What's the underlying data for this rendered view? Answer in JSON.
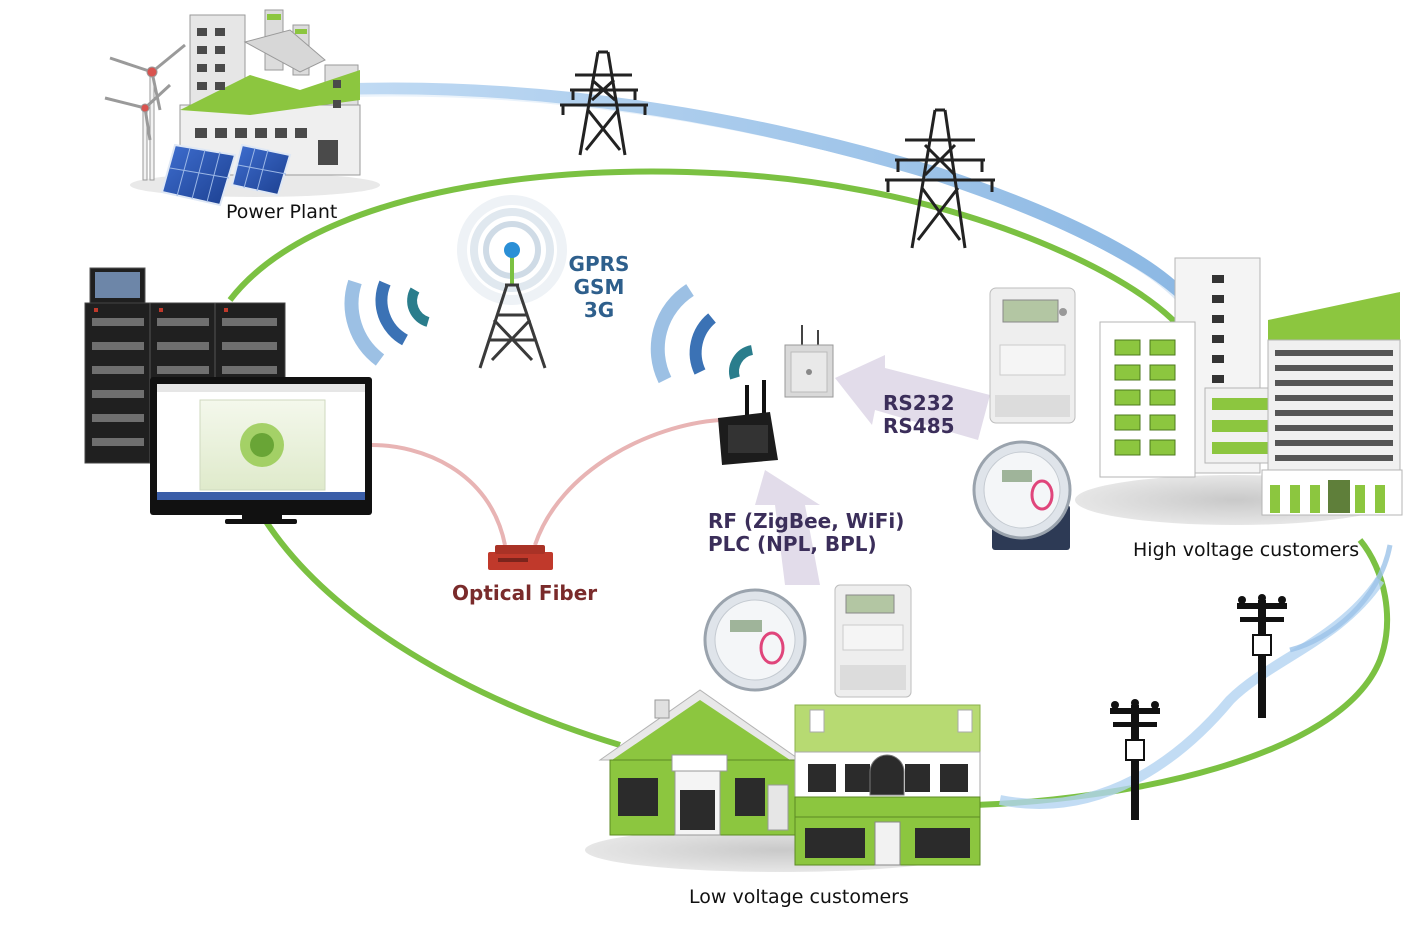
{
  "labels": {
    "power_plant": "Power Plant",
    "high_voltage": "High voltage customers",
    "low_voltage": "Low voltage customers",
    "optical_fiber": "Optical Fiber",
    "wireless": [
      "GPRS",
      "GSM",
      "3G"
    ],
    "serial": [
      "RS232",
      "RS485"
    ],
    "rf_plc": [
      "RF (ZigBee, WiFi)",
      "PLC (NPL, BPL)"
    ]
  },
  "colors": {
    "backbone_green": "#7bc142",
    "building_green": "#8cc63f",
    "transmission_blue": "#9cc3e8",
    "fiber_pink": "#e8b4b4",
    "signal_blue": "#4a86c8",
    "signal_teal": "#2a7d8c",
    "arrow_lavender": "#e2dcea",
    "label_blue": "#2e5f8c",
    "label_purple": "#3b2e5a",
    "label_maroon": "#7a2b2b"
  },
  "icons": [
    "wind-turbine-icon",
    "solar-panel-icon",
    "factory-icon",
    "transmission-tower-icon",
    "server-rack-icon",
    "monitor-icon",
    "cell-tower-icon",
    "wireless-signal-icon",
    "router-icon",
    "gateway-icon",
    "concentrator-icon",
    "electricity-meter-icon",
    "office-building-icon",
    "house-icon",
    "utility-pole-icon"
  ]
}
